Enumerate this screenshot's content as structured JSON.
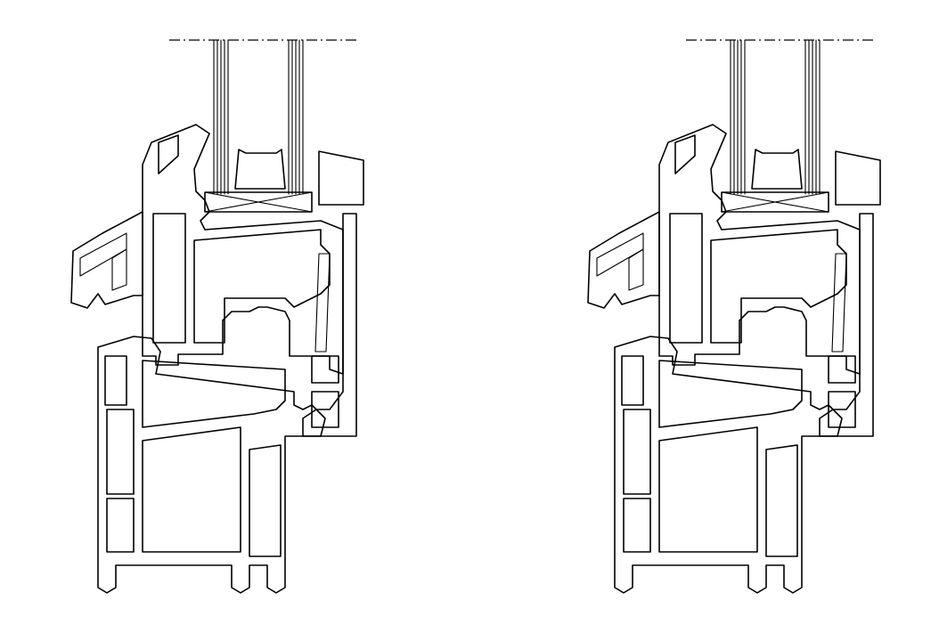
{
  "figure": {
    "kind": "window-profile-cross-sections",
    "background": "#ffffff",
    "line_color": "#000000",
    "sections": [
      {
        "id": "left",
        "component": "frame-sash-with-triple-glazing",
        "glazing_panes": 2
      },
      {
        "id": "right",
        "component": "frame-sash-with-triple-glazing",
        "glazing_panes": 2
      }
    ]
  }
}
